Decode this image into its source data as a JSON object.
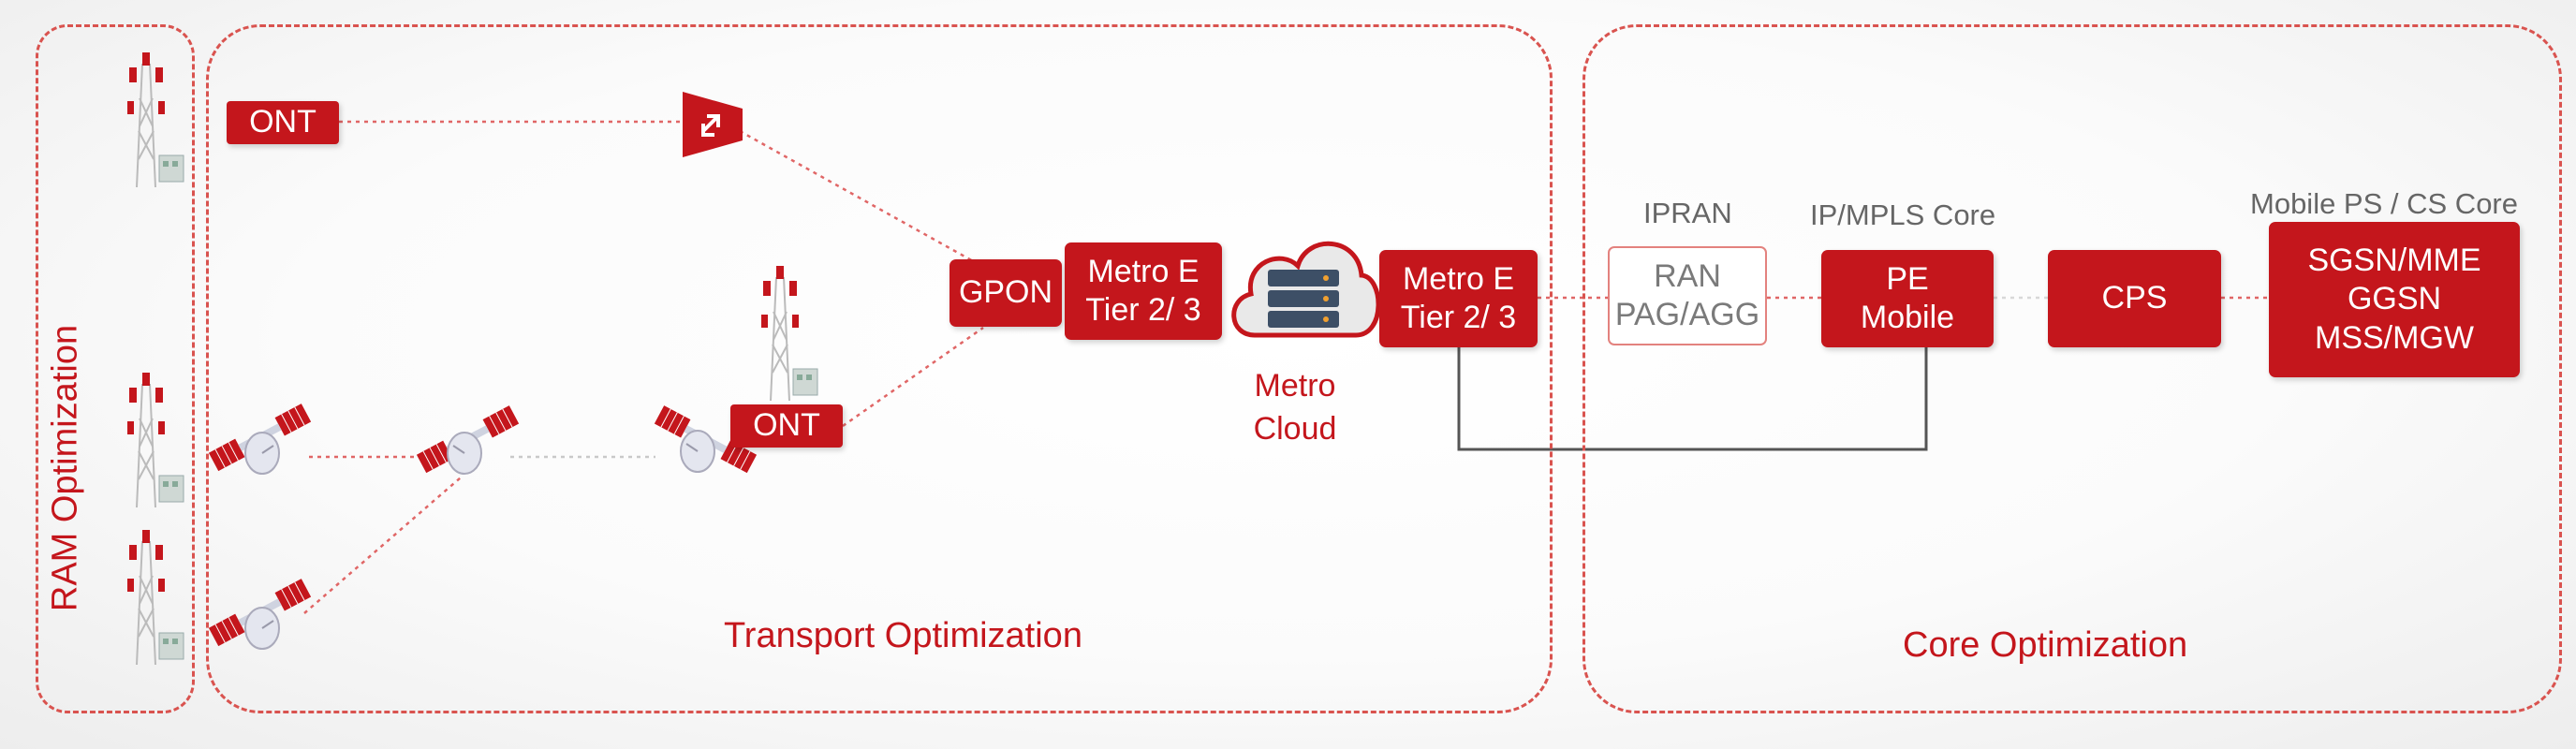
{
  "zones": {
    "ram": "RAM Optimization",
    "transport": "Transport Optimization",
    "core": "Core Optimization"
  },
  "nodes": {
    "ont_top": "ONT",
    "ont_mid": "ONT",
    "gpon": "GPON",
    "metro_e_left": [
      "Metro E",
      "Tier 2/ 3"
    ],
    "metro_e_right": [
      "Metro E",
      "Tier 2/ 3"
    ],
    "metro_cloud": [
      "Metro",
      "Cloud"
    ],
    "ran": [
      "RAN",
      "PAG/AGG"
    ],
    "pe": [
      "PE",
      "Mobile"
    ],
    "cps": "CPS",
    "mobile_core": [
      "SGSN/MME",
      "GGSN",
      "MSS/MGW"
    ]
  },
  "headers": {
    "ipran": "IPRAN",
    "ip_mpls_core": "IP/MPLS Core",
    "mobile_ps_cs_core": "Mobile PS / CS Core"
  },
  "icons": [
    "cell-tower-icon",
    "microwave-dish-icon",
    "router-icon",
    "server-cloud-icon"
  ],
  "colors": {
    "accent": "#c4161c",
    "dashed_border": "#d9534f",
    "connector": "#555555"
  }
}
